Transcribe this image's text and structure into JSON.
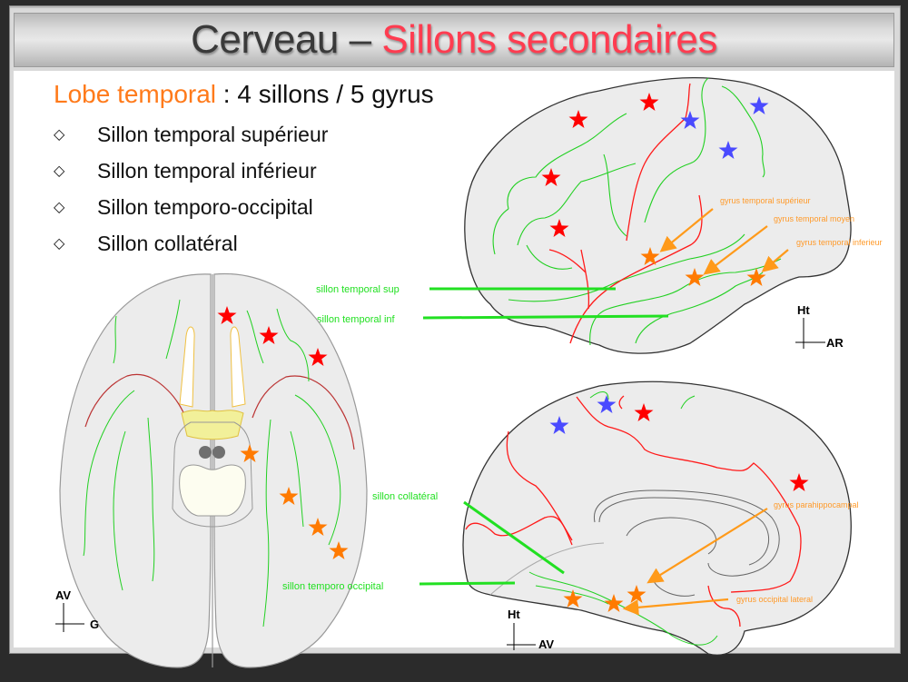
{
  "slide": {
    "title_part1": "Cerveau – ",
    "title_part2": "Sillons secondaires",
    "heading_accent": "Lobe temporal",
    "heading_rest": " : 4 sillons / 5 gyrus",
    "bullet_symbol": "◇",
    "bullets": [
      "Sillon temporal supérieur",
      "Sillon temporal inférieur",
      "Sillon temporo-occipital",
      "Sillon collatéral"
    ]
  },
  "colors": {
    "title_accent": "#ff3c50",
    "heading_accent": "#ff7a1a",
    "sulcus_green": "#22e022",
    "sulcus_red": "#ff0000",
    "gyrus_orange": "#ff7a00",
    "star_blue": "#4a4aff",
    "brain_fill": "#ececec"
  },
  "lateral_view": {
    "labels_green": [
      "sillon temporal sup",
      "sillon temporal inf"
    ],
    "labels_orange": [
      "gyrus temporal supérieur",
      "gyrus temporal moyen",
      "gyrus temporal inferieur"
    ],
    "axis": {
      "vertical": "Ht",
      "horizontal": "AR"
    }
  },
  "inferior_view": {
    "axis": {
      "vertical": "AV",
      "horizontal": "G"
    }
  },
  "medial_view": {
    "labels_green": [
      "sillon collatéral",
      "sillon temporo occipital"
    ],
    "labels_orange": [
      "gyrus parahippocampal",
      "gyrus occipital lateral"
    ],
    "axis": {
      "vertical": "Ht",
      "horizontal": "AV"
    }
  }
}
